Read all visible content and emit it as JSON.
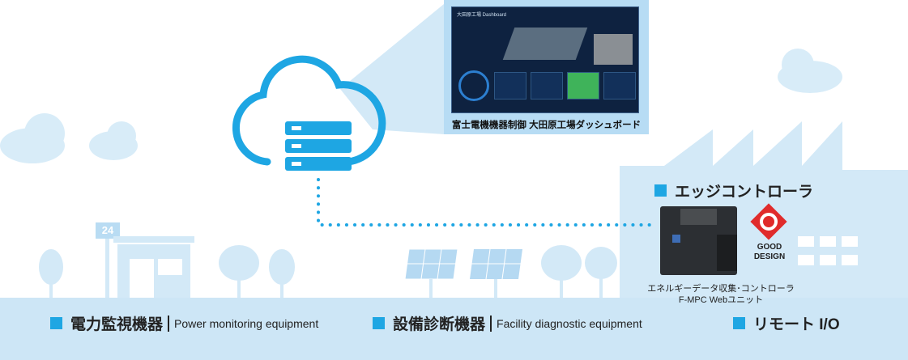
{
  "dashboard": {
    "screen_title": "大田原工場 Dashboard",
    "caption": "富士電機機器制御 大田原工場ダッシュボード"
  },
  "edge": {
    "title": "エッジコントローラ",
    "device_caption_line1": "エネルギーデータ収集･コントローラ",
    "device_caption_line2": "F-MPC Webユニット",
    "good_design_line1": "GOOD",
    "good_design_line2": "DESIGN"
  },
  "store_sign": "24",
  "labels": [
    {
      "jp": "電力監視機器",
      "en": "Power monitoring equipment"
    },
    {
      "jp": "設備診断機器",
      "en": "Facility diagnostic equipment"
    },
    {
      "jp": "リモート I/O"
    }
  ],
  "colors": {
    "accent": "#1ea6e3",
    "silhouette": "#d3e9f7",
    "ground": "#cde6f6"
  }
}
